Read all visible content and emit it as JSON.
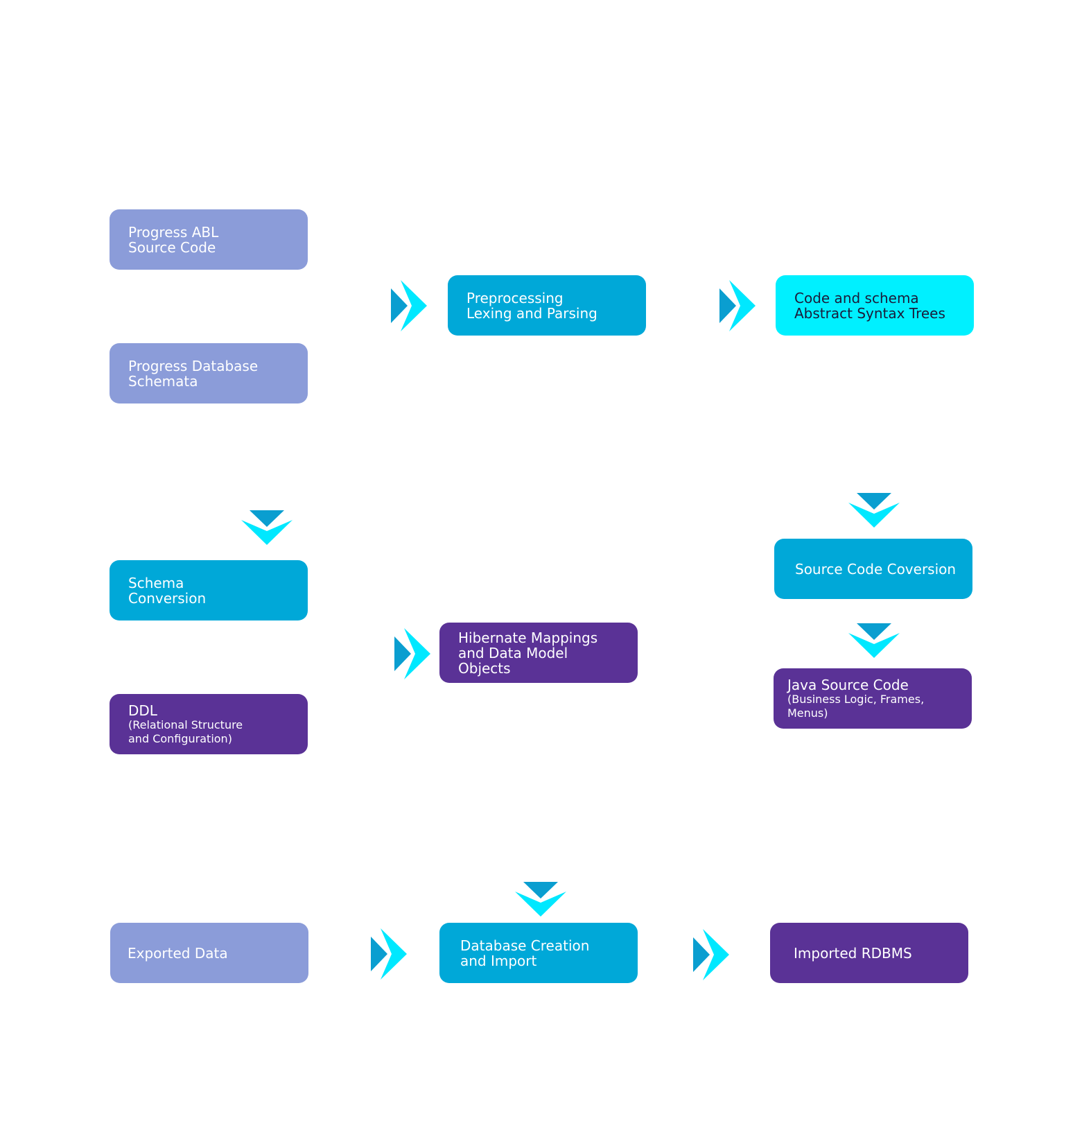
{
  "colors": {
    "input": "#8b9cd9",
    "process": "#00a8d8",
    "ast": "#00f0ff",
    "output": "#5a3296",
    "arrow_dark": "#0a9ed0",
    "arrow_light": "#00e8ff"
  },
  "nodes": {
    "abl_source": {
      "line1": "Progress ABL",
      "line2": "Source Code"
    },
    "db_schemata": {
      "line1": "Progress Database",
      "line2": "Schemata"
    },
    "preprocessing": {
      "line1": "Preprocessing",
      "line2": "Lexing and Parsing"
    },
    "ast": {
      "line1": "Code and schema",
      "line2": "Abstract Syntax Trees"
    },
    "schema_conversion": {
      "line1": "Schema",
      "line2": "Conversion"
    },
    "source_conversion": {
      "line1": "Source Code Coversion"
    },
    "hibernate": {
      "line1": "Hibernate Mappings",
      "line2": "and Data Model Objects"
    },
    "ddl": {
      "line1": "DDL",
      "line2": "(Relational Structure",
      "line3": "and Configuration)"
    },
    "java_source": {
      "line1": "Java Source Code",
      "line2": "(Business Logic, Frames,",
      "line3": "Menus)"
    },
    "exported_data": {
      "line1": "Exported Data"
    },
    "db_creation": {
      "line1": "Database Creation",
      "line2": "and Import"
    },
    "imported_rdbms": {
      "line1": "Imported RDBMS"
    }
  },
  "arrows": {
    "right": "right-chevron-icon",
    "down": "down-chevron-icon"
  }
}
